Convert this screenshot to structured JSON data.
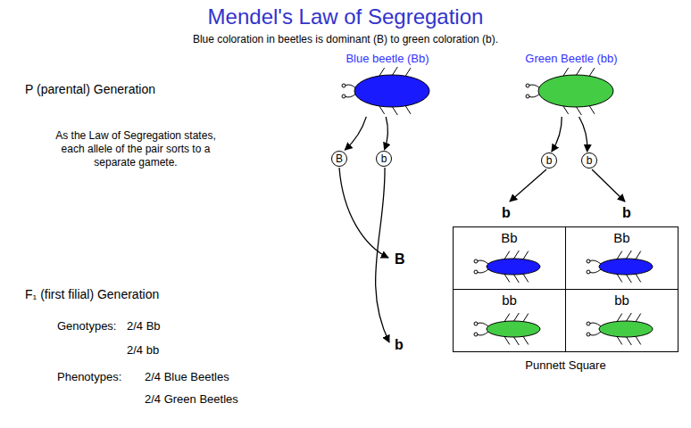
{
  "diagram": {
    "title": "Mendel's Law of Segregation",
    "nodes": [
      {
        "text": [
          "Blue beetle (Bb)"
        ]
      },
      {
        "text": [
          "Green Beetle (bb)"
        ]
      },
      {
        "text": [
          "B"
        ]
      },
      {
        "text": [
          "b"
        ]
      },
      {
        "text": [
          "b"
        ]
      },
      {
        "text": [
          "b"
        ]
      },
      {
        "text": [
          "Punnett Square"
        ]
      },
      {
        "text": [
          "Bb"
        ],
        "in": 6
      },
      {
        "text": [
          "Bb"
        ],
        "in": 6
      },
      {
        "text": [
          "bb"
        ],
        "in": 6
      },
      {
        "text": [
          "bb"
        ],
        "in": 6
      }
    ],
    "edges": [
      {
        "from": 0,
        "to": 2,
        "arrow": "to"
      },
      {
        "from": 0,
        "to": 3,
        "arrow": "to"
      },
      {
        "from": 1,
        "to": 4,
        "arrow": "to"
      },
      {
        "from": 1,
        "to": 5,
        "arrow": "to"
      }
    ],
    "labels": [
      "Blue coloration in beetles is dominant (B) to green coloration (b).",
      "P (parental) Generation",
      "As the Law of Segregation states, each allele of the pair sorts to a separate gamete.",
      "b",
      "b",
      "B",
      "b",
      "F₁ (first filial) Generation",
      "Genotypes:",
      "2/4 Bb",
      "2/4 bb",
      "Phenotypes:",
      "2/4 Blue Beetles",
      "2/4 Green Beetles"
    ]
  }
}
